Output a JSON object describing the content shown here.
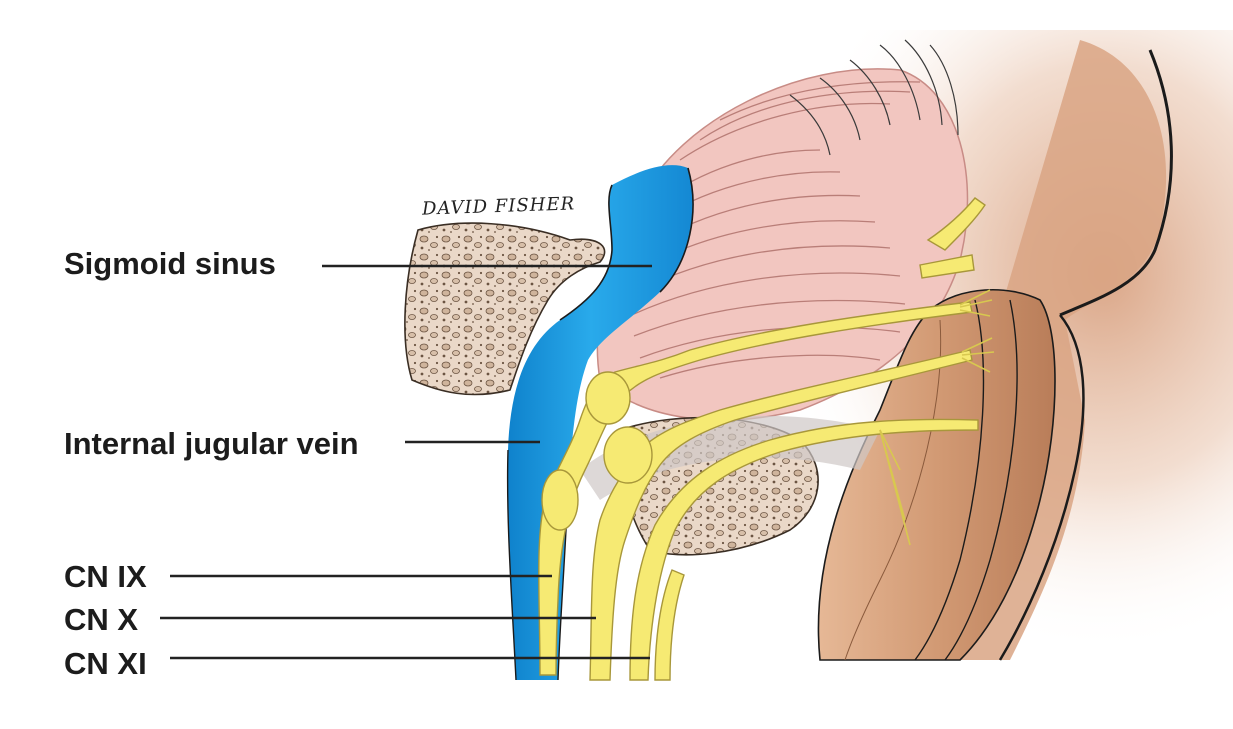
{
  "labels": {
    "sigmoid_sinus": "Sigmoid sinus",
    "internal_jugular_vein": "Internal jugular vein",
    "cn_ix": "CN IX",
    "cn_x": "CN X",
    "cn_xi": "CN XI"
  },
  "signature": "DAVID FISHER",
  "colors": {
    "vein": "#1e9fe4",
    "vein_dark": "#0f7cc6",
    "nerve": "#f6ea73",
    "nerve_outline": "#b9a93c",
    "bone": "#ead7c6",
    "brainstem": "#d9a07c",
    "cerebellum": "#f2c3bd",
    "leader_line": "#222222"
  }
}
